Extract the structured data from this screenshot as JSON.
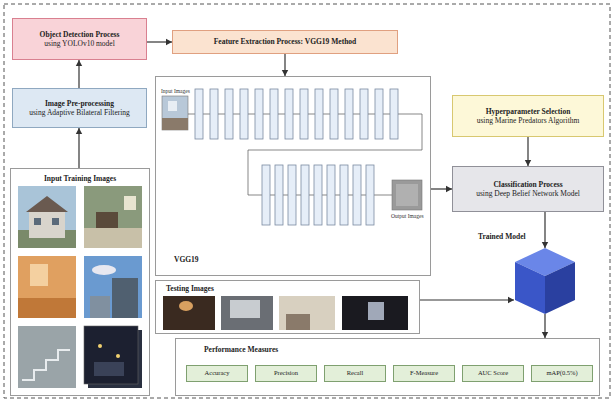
{
  "diagram": {
    "nodes": [
      {
        "text": [
          "Object Detection Process",
          "using YOLOv10 model"
        ]
      },
      {
        "text": [
          "Feature Extraction Process: VGG19 Method"
        ]
      },
      {
        "text": [
          "Image Pre-processing",
          "using Adaptive Bilateral Filtering"
        ]
      },
      {
        "text": [
          "VGG19"
        ]
      },
      {
        "text": [
          "Hyperparameter Selection",
          "using Marine Predators Algorithm"
        ]
      },
      {
        "text": [
          "Classification Process",
          "using Deep Belief Network Model"
        ]
      },
      {
        "text": [
          "Input Training Images"
        ]
      },
      {
        "text": [
          "Trained Model"
        ]
      },
      {
        "text": [
          "Testing Images"
        ]
      },
      {
        "text": [
          "Performance Measures"
        ]
      },
      {
        "text": [
          "Accuracy"
        ],
        "in": 9
      },
      {
        "text": [
          "Precision"
        ],
        "in": 9
      },
      {
        "text": [
          "Recall"
        ],
        "in": 9
      },
      {
        "text": [
          "F-Measure"
        ],
        "in": 9
      },
      {
        "text": [
          "AUC Score"
        ],
        "in": 9
      },
      {
        "text": [
          "mAP(0.5%)"
        ],
        "in": 9
      }
    ],
    "edges": [
      {
        "from": 6,
        "to": 2,
        "arrow": "to"
      },
      {
        "from": 2,
        "to": 0,
        "arrow": "to"
      },
      {
        "from": 0,
        "to": 1,
        "arrow": "to"
      },
      {
        "from": 1,
        "to": 3,
        "arrow": "to"
      },
      {
        "from": 3,
        "to": 5,
        "arrow": "to"
      },
      {
        "from": 4,
        "to": 5,
        "arrow": "to"
      },
      {
        "from": 5,
        "to": 7,
        "arrow": "to"
      },
      {
        "from": 8,
        "to": 7,
        "arrow": "to"
      },
      {
        "from": 7,
        "to": 9,
        "arrow": "to"
      }
    ],
    "labels": [
      "Input Images",
      "Output Images"
    ]
  }
}
